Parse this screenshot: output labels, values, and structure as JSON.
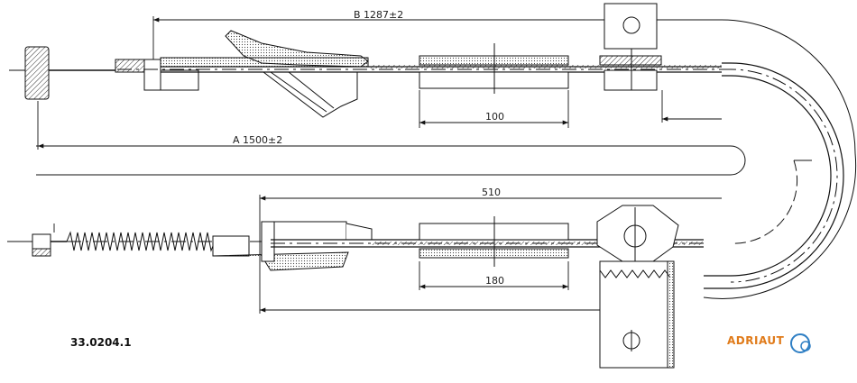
{
  "dimensions": {
    "b_length": "B 1287±2",
    "a_length": "A 1500±2",
    "d_100": "100",
    "d_510": "510",
    "d_180": "180"
  },
  "part_number": "33.0204.1",
  "brand": {
    "name": "ADRIAUT",
    "color": "#e07b1a",
    "logo_color": "#2f7fc4"
  }
}
